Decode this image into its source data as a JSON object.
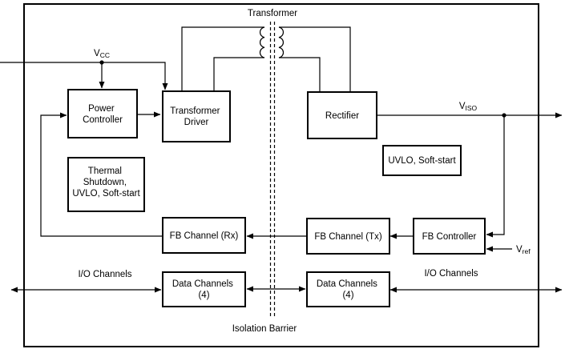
{
  "diagram": {
    "type": "block-diagram",
    "description": "Isolated power and data transfer block diagram with transformer isolation barrier",
    "labels": {
      "transformer": "Transformer",
      "isolation_barrier": "Isolation Barrier",
      "io_channels_left": "I/O Channels",
      "io_channels_right": "I/O Channels"
    },
    "signals": {
      "vcc": {
        "base": "V",
        "sub": "CC"
      },
      "viso": {
        "base": "V",
        "sub": "ISO"
      },
      "vref": {
        "base": "V",
        "sub": "ref"
      }
    },
    "blocks": {
      "power_controller": {
        "lines": [
          "Power",
          "Controller"
        ]
      },
      "transformer_driver": {
        "lines": [
          "Transformer",
          "Driver"
        ]
      },
      "rectifier": {
        "lines": [
          "Rectifier"
        ]
      },
      "thermal_shutdown": {
        "lines": [
          "Thermal",
          "Shutdown,",
          "UVLO, Soft-start"
        ]
      },
      "uvlo_soft_start": {
        "lines": [
          "UVLO, Soft-start"
        ]
      },
      "fb_channel_rx": {
        "lines": [
          "FB Channel (Rx)"
        ]
      },
      "fb_channel_tx": {
        "lines": [
          "FB Channel (Tx)"
        ]
      },
      "fb_controller": {
        "lines": [
          "FB Controller"
        ]
      },
      "data_channels_left": {
        "lines": [
          "Data Channels",
          "(4)"
        ]
      },
      "data_channels_right": {
        "lines": [
          "Data Channels",
          "(4)"
        ]
      }
    },
    "colors": {
      "line": "#000000",
      "background": "#ffffff"
    }
  }
}
